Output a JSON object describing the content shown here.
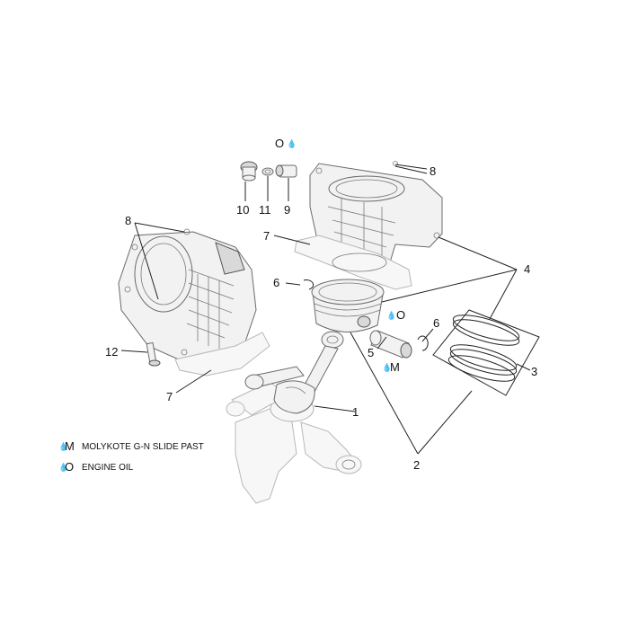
{
  "callouts": {
    "c1": "1",
    "c2": "2",
    "c3": "3",
    "c4": "4",
    "c5": "5",
    "c6a": "6",
    "c6b": "6",
    "c7a": "7",
    "c7b": "7",
    "c8a": "8",
    "c8b": "8",
    "c9": "9",
    "c10": "10",
    "c11": "11",
    "c12": "12"
  },
  "lube_marks": {
    "oil_top": "O",
    "oil_piston": "O",
    "moly_pin": "M"
  },
  "legend": {
    "moly_symbol": "M",
    "moly_text": "MOLYKOTE G-N SLIDE PAST",
    "oil_symbol": "O",
    "oil_text": "ENGINE OIL"
  }
}
